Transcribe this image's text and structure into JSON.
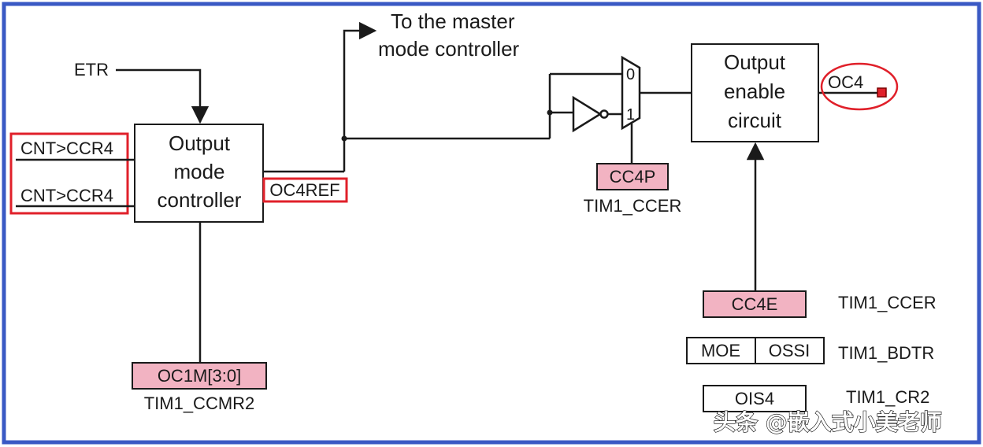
{
  "colors": {
    "frame": "#3a59c4",
    "highlight_red": "#e0202a",
    "register_pink": "#f2b3c2",
    "line": "#1a1a1a",
    "output_pin": "#e0202a"
  },
  "inputs": {
    "etr": "ETR",
    "cnt_a": "CNT>CCR4",
    "cnt_b": "CNT>CCR4"
  },
  "output_mode_controller": {
    "line1": "Output",
    "line2": "mode",
    "line3": "controller"
  },
  "oc4ref": "OC4REF",
  "master": {
    "line1": "To the master",
    "line2": "mode controller"
  },
  "mux": {
    "in0": "0",
    "in1": "1"
  },
  "output_enable": {
    "line1": "Output",
    "line2": "enable",
    "line3": "circuit"
  },
  "output_pin": "OC4",
  "registers": {
    "oc1m": "OC1M[3:0]",
    "tim1_ccmr2": "TIM1_CCMR2",
    "cc4p": "CC4P",
    "tim1_ccer_top": "TIM1_CCER",
    "cc4e": "CC4E",
    "tim1_ccer": "TIM1_CCER",
    "moe": "MOE",
    "ossi": "OSSI",
    "tim1_bdtr": "TIM1_BDTR",
    "ois4": "OIS4",
    "tim1_cr2": "TIM1_CR2"
  },
  "watermark": "头条 @嵌入式小美老师"
}
